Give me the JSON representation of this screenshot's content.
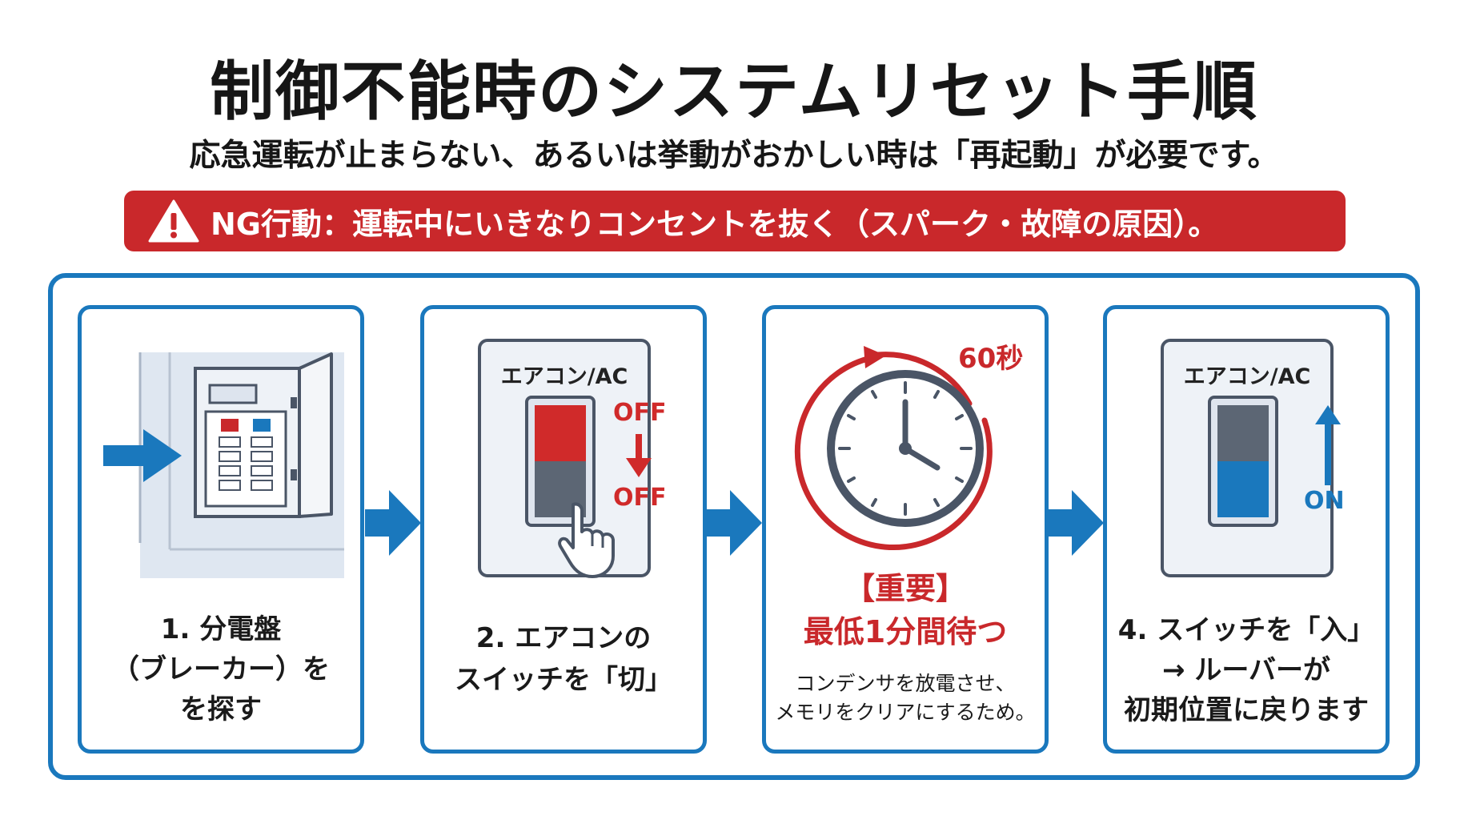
{
  "header": {
    "title": "制御不能時のシステムリセット手順",
    "subtitle": "応急運転が止まらない、あるいは挙動がおかしい時は「再起動」が必要です。"
  },
  "warning": {
    "text": "NG行動：運転中にいきなりコンセントを抜く（スパーク・故障の原因）。",
    "icon": "warning-triangle-icon"
  },
  "colors": {
    "blue": "#1a78bd",
    "red": "#c9282b",
    "dark": "#4a5566"
  },
  "steps": [
    {
      "caption": [
        "1. 分電盤",
        "（ブレーカー）を",
        "を探す"
      ],
      "icon": "breaker-panel-icon"
    },
    {
      "switch_label": "エアコン/AC",
      "off_top": "OFF",
      "off_bottom": "OFF",
      "caption": [
        "2. エアコンの",
        "スイッチを「切」"
      ],
      "icon": "ac-switch-off-icon"
    },
    {
      "timer_label": "60秒",
      "emphasis": [
        "【重要】",
        "最低1分間待つ"
      ],
      "note": [
        "コンデンサを放電させ、",
        "メモリをクリアにするため。"
      ],
      "icon": "clock-icon"
    },
    {
      "switch_label": "エアコン/AC",
      "on_label": "ON",
      "caption": [
        "4. スイッチを「入」",
        "→ ルーバーが",
        "初期位置に戻ります"
      ],
      "icon": "ac-switch-on-icon"
    }
  ]
}
